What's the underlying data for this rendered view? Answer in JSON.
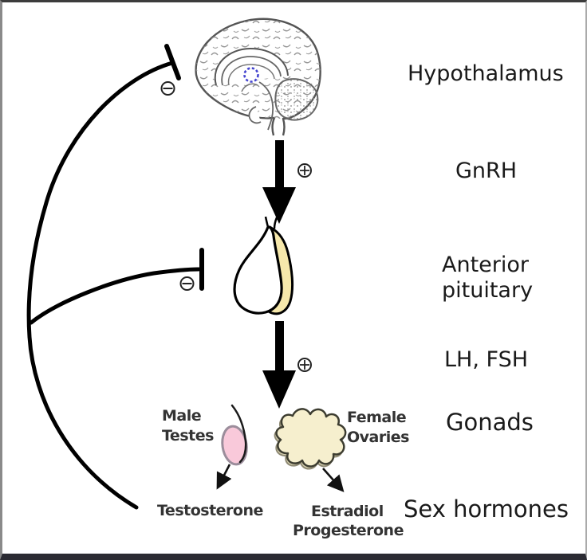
{
  "labels": {
    "hypothalamus": "Hypothalamus",
    "gnrh": "GnRH",
    "anterior_line1": "Anterior",
    "anterior_line2": "pituitary",
    "lh_fsh": "LH, FSH",
    "gonads": "Gonads",
    "sex_hormones": "Sex hormones"
  },
  "organs": {
    "male_line1": "Male",
    "male_line2": "Testes",
    "female_line1": "Female",
    "female_line2": "Ovaries"
  },
  "hormones": {
    "testosterone": "Testosterone",
    "estradiol": "Estradiol",
    "progesterone": "Progesterone"
  },
  "symbols": {
    "stimulation": "+",
    "inhibition": "−"
  },
  "colors": {
    "line": "#000000",
    "posterior_pituitary_fill": "#f6e8ab",
    "testis_fill": "#f9c9da",
    "testis_outline": "#9b8d9b",
    "ovary_fill": "#f6efce",
    "ovary_outline": "#3c3c30",
    "hypothalamus_marker": "#4545cf",
    "symbol_stroke": "#222222"
  }
}
